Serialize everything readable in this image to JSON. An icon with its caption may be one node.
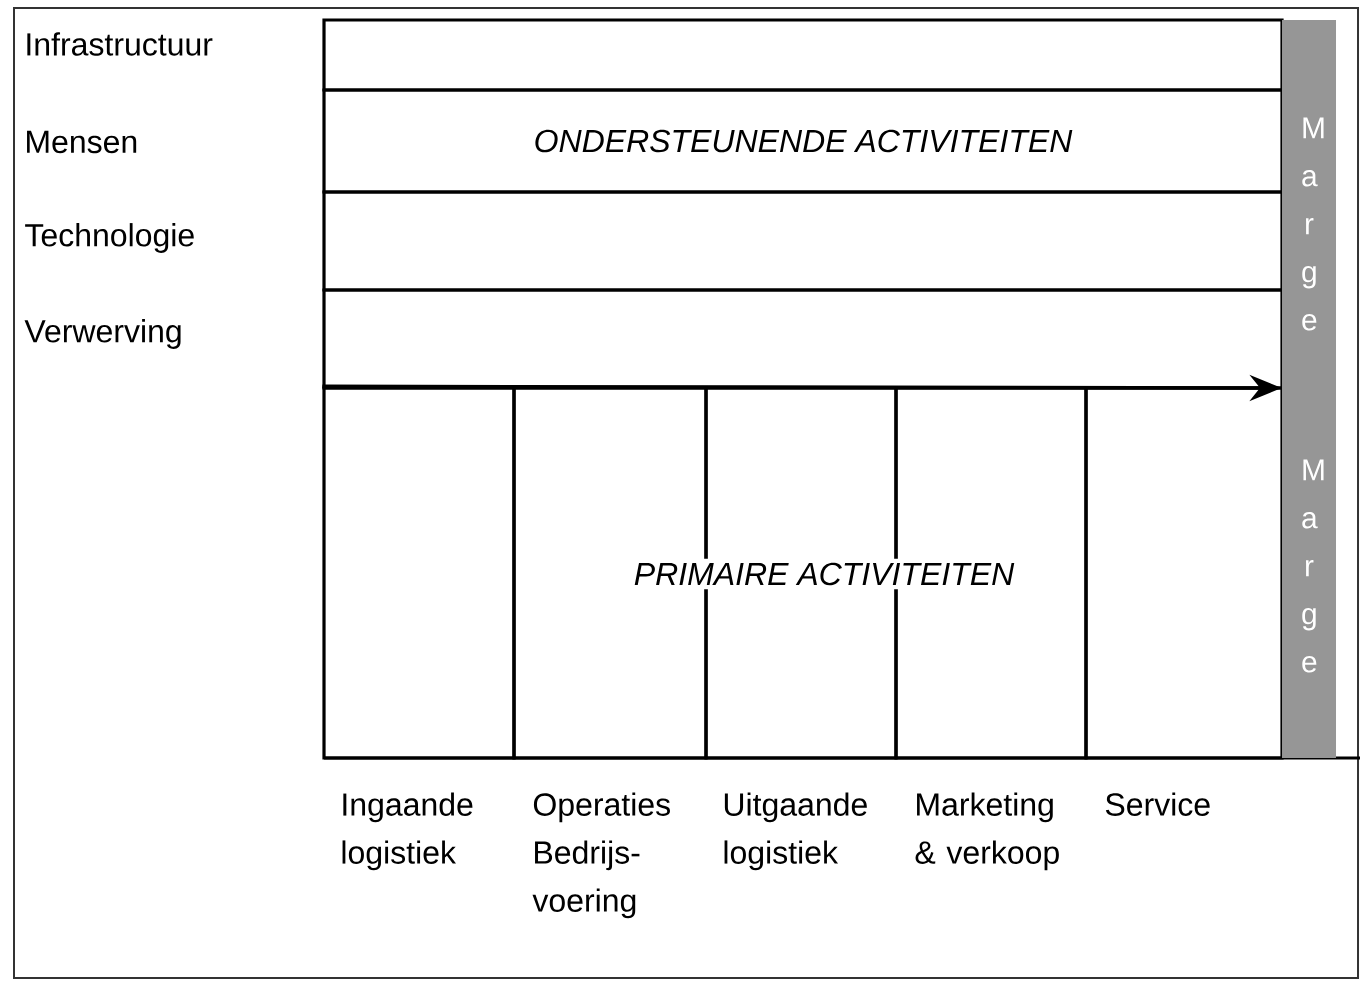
{
  "diagram": {
    "nodes": [
      {
        "text": [],
        "shape": "box"
      },
      {
        "text": [
          "ONDERSTEUNENDE ACTIVITEITEN"
        ]
      },
      {
        "text": [],
        "shape": "box"
      },
      {
        "text": [],
        "shape": "box"
      },
      {
        "text": [],
        "shape": "box"
      },
      {
        "text": [],
        "shape": "box"
      },
      {
        "text": [],
        "shape": "box"
      },
      {
        "text": [],
        "shape": "box"
      },
      {
        "text": [],
        "shape": "box"
      },
      {
        "text": [
          "Marge",
          "Marge"
        ]
      }
    ],
    "edges": [
      {
        "from": 4,
        "to": 9,
        "arrow": "to"
      }
    ],
    "labels": [
      "Infrastructuur",
      "Mensen",
      "Technologie",
      "Verwerving",
      "PRIMAIRE ACTIVITEITEN",
      "Ingaande logistiek",
      "Operaties Bedrijs- voering",
      "Uitgaande logistiek",
      "Marketing & verkoop",
      "Service"
    ]
  }
}
